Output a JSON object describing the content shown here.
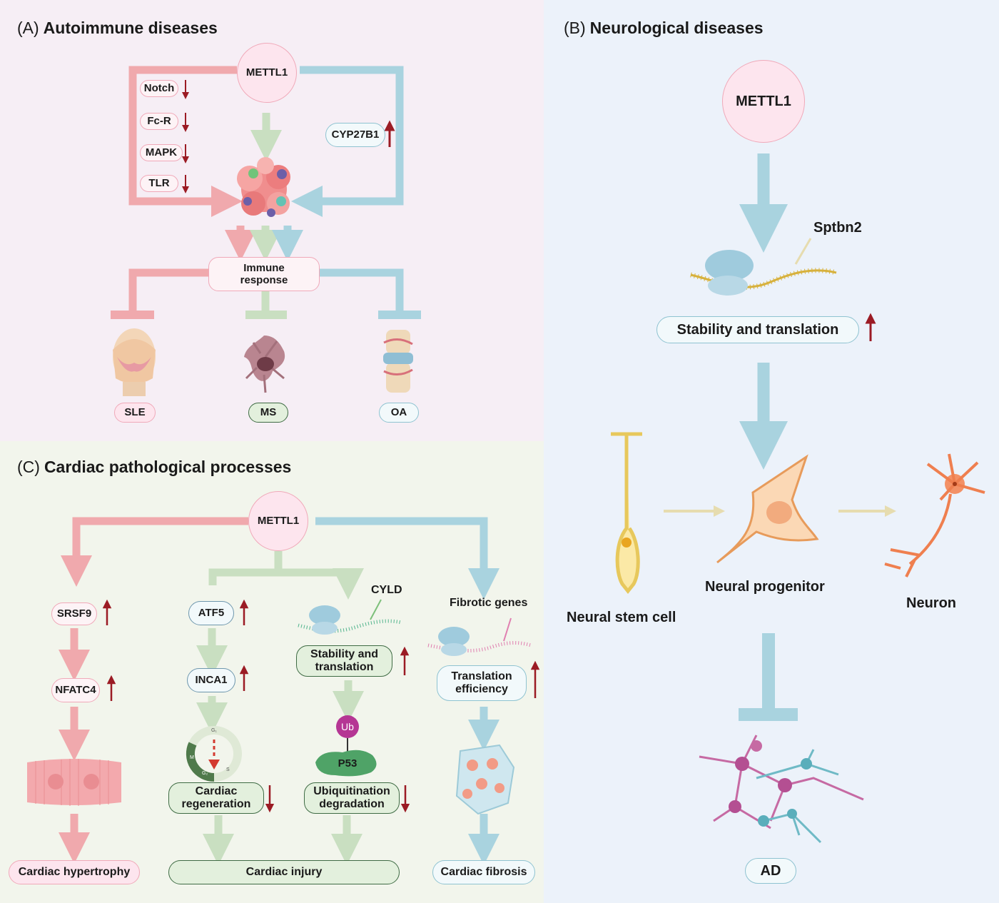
{
  "panel_a": {
    "letter": "(A)",
    "title": "Autoimmune diseases",
    "hub": "METTL1",
    "down_pathways": [
      "Notch",
      "Fc-R",
      "MAPK",
      "TLR"
    ],
    "up_gene": "CYP27B1",
    "response": "Immune\nresponse",
    "diseases": [
      "SLE",
      "MS",
      "OA"
    ]
  },
  "panel_b": {
    "letter": "(B)",
    "title": "Neurological diseases",
    "hub": "METTL1",
    "target": "Sptbn2",
    "effect": "Stability and translation",
    "cells": [
      "Neural stem cell",
      "Neural progenitor",
      "Neuron"
    ],
    "disease": "AD"
  },
  "panel_c": {
    "letter": "(C)",
    "title": "Cardiac pathological processes",
    "hub": "METTL1",
    "left": {
      "gene1": "SRSF9",
      "gene2": "NFATC4",
      "outcome": "Cardiac hypertrophy"
    },
    "mid": {
      "gene1": "ATF5",
      "gene2": "INCA1",
      "regen": "Cardiac\nregeneration",
      "cyld": "CYLD",
      "stab": "Stability and\ntranslation",
      "ub": "Ub",
      "p53": "P53",
      "ubdeg": "Ubiquitination\ndegradation",
      "cycle_labels": [
        "G₁",
        "S",
        "G₂",
        "M"
      ],
      "outcome": "Cardiac injury"
    },
    "right": {
      "genes": "Fibrotic genes",
      "effect": "Translation\nefficiency",
      "outcome": "Cardiac fibrosis"
    }
  },
  "colors": {
    "red_path": "#f0a9ad",
    "green_path": "#c9dfc1",
    "blue_path": "#a9d3df",
    "up_down_arrow": "#9b1b24",
    "pink_fill": "#fde5ee",
    "blue_outline": "#8fc3d1",
    "green_outline": "#3f6b44"
  }
}
